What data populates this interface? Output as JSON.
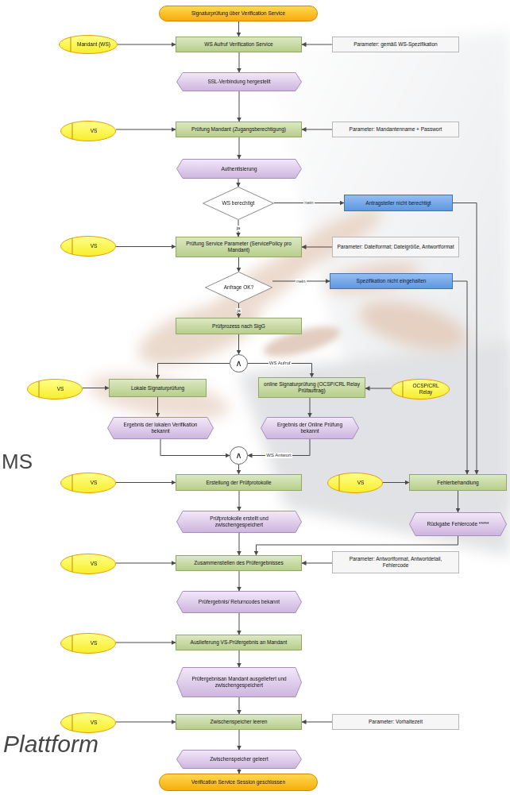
{
  "diagram": {
    "nodes": [
      {
        "text": [
          "Signaturprüfung über Verification Service"
        ]
      },
      {
        "text": [
          "Mandant (WS)"
        ]
      },
      {
        "text": [
          "WS Aufruf Verification Service"
        ]
      },
      {
        "text": [
          "Parameter: gemäß WS-Spezifikation"
        ]
      },
      {
        "text": [
          "SSL-Verbindung hergestellt"
        ]
      },
      {
        "text": [
          "VS"
        ]
      },
      {
        "text": [
          "Prüfung Mandant (Zugangsberechtigung)"
        ]
      },
      {
        "text": [
          "Parameter: Mandantenname + Passwort"
        ]
      },
      {
        "text": [
          "Authentisierung"
        ]
      },
      {
        "text": [
          "WS berechtigt"
        ]
      },
      {
        "text": [
          "Antragsteller nicht berechtigt"
        ]
      },
      {
        "text": [
          "VS"
        ]
      },
      {
        "text": [
          "Prüfung Service Parameter (ServicePolicy pro Mandant)"
        ]
      },
      {
        "text": [
          "Parameter: Dateiformat; Dateigröße, Antwortformat"
        ]
      },
      {
        "text": [
          "Anfrage OK?"
        ]
      },
      {
        "text": [
          "Spezifikation nicht eingehalten"
        ]
      },
      {
        "text": [
          "Prüfprozess nach SigG"
        ]
      },
      {
        "text": [
          "∧"
        ]
      },
      {
        "text": [
          "VS"
        ]
      },
      {
        "text": [
          "Lokale Signaturprüfung"
        ]
      },
      {
        "text": [
          "online Signaturprüfung (OCSP/CRL Relay Prüfauftrag)"
        ]
      },
      {
        "text": [
          "OCSP/CRL Relay"
        ]
      },
      {
        "text": [
          "Ergebnis der lokalen Verifikation bekannt"
        ]
      },
      {
        "text": [
          "Ergebnis der Online Prüfung bekannt"
        ]
      },
      {
        "text": [
          "∧"
        ]
      },
      {
        "text": [
          "VS"
        ]
      },
      {
        "text": [
          "Erstellung der Prüfprotokolle"
        ]
      },
      {
        "text": [
          "VS"
        ]
      },
      {
        "text": [
          "Fehlerbehandlung"
        ]
      },
      {
        "text": [
          "Prüfprotokolle erstellt und zwischengespeichert"
        ]
      },
      {
        "text": [
          "Rückgabe Fehlercode *****"
        ]
      },
      {
        "text": [
          "VS"
        ]
      },
      {
        "text": [
          "Zusammenstellen des Prüfergebnisses"
        ]
      },
      {
        "text": [
          "Parameter: Antwortformat, Antwortdetail, Fehlercode"
        ]
      },
      {
        "text": [
          "Prüfergebnis/ Returncodes bekannt"
        ]
      },
      {
        "text": [
          "VS"
        ]
      },
      {
        "text": [
          "Auslieferung VS-Prüfergebnis an Mandant"
        ]
      },
      {
        "text": [
          "Prüfergebnisan Mandant ausgeliefert und zwischengespeichert"
        ]
      },
      {
        "text": [
          "VS"
        ]
      },
      {
        "text": [
          "Zwischenspeicher leeren"
        ]
      },
      {
        "text": [
          "Parameter: Vorhaltezeit"
        ]
      },
      {
        "text": [
          "Zwischenspeicher geleert"
        ]
      },
      {
        "text": [
          "Verification Service Session geschlossen"
        ]
      }
    ],
    "edges": [
      {
        "from": 0,
        "to": 2,
        "arrow": "to"
      },
      {
        "from": 1,
        "to": 2,
        "arrow": "to"
      },
      {
        "from": 3,
        "to": 2,
        "arrow": "to"
      },
      {
        "from": 2,
        "to": 4,
        "arrow": "to"
      },
      {
        "from": 4,
        "to": 6,
        "arrow": "to"
      },
      {
        "from": 5,
        "to": 6,
        "arrow": "to"
      },
      {
        "from": 7,
        "to": 6,
        "arrow": "to"
      },
      {
        "from": 6,
        "to": 8,
        "arrow": "to"
      },
      {
        "from": 8,
        "to": 9,
        "arrow": "to"
      },
      {
        "from": 9,
        "to": 10,
        "label": "nein",
        "arrow": "to"
      },
      {
        "from": 9,
        "to": 12,
        "label": "ja",
        "arrow": "to"
      },
      {
        "from": 11,
        "to": 12,
        "arrow": "to"
      },
      {
        "from": 13,
        "to": 12,
        "arrow": "to"
      },
      {
        "from": 12,
        "to": 14,
        "arrow": "to"
      },
      {
        "from": 14,
        "to": 15,
        "label": "nein",
        "arrow": "to"
      },
      {
        "from": 14,
        "to": 16,
        "label": "ja",
        "arrow": "to"
      },
      {
        "from": 16,
        "to": 17,
        "arrow": "to"
      },
      {
        "from": 17,
        "to": 19,
        "arrow": "to"
      },
      {
        "from": 17,
        "to": 20,
        "label": "WS Aufruf",
        "arrow": "to"
      },
      {
        "from": 18,
        "to": 19,
        "arrow": "to"
      },
      {
        "from": 21,
        "to": 20,
        "arrow": "to"
      },
      {
        "from": 19,
        "to": 22,
        "arrow": "to"
      },
      {
        "from": 20,
        "to": 23,
        "arrow": "to"
      },
      {
        "from": 22,
        "to": 24,
        "arrow": "to"
      },
      {
        "from": 23,
        "to": 24,
        "label": "WS Antwort",
        "arrow": "to"
      },
      {
        "from": 24,
        "to": 26,
        "arrow": "to"
      },
      {
        "from": 25,
        "to": 26,
        "arrow": "to"
      },
      {
        "from": 10,
        "to": 28,
        "arrow": "to"
      },
      {
        "from": 15,
        "to": 28,
        "arrow": "to"
      },
      {
        "from": 27,
        "to": 28,
        "arrow": "to"
      },
      {
        "from": 26,
        "to": 29,
        "arrow": "to"
      },
      {
        "from": 28,
        "to": 30,
        "arrow": "to"
      },
      {
        "from": 29,
        "to": 32,
        "arrow": "to"
      },
      {
        "from": 30,
        "to": 32,
        "arrow": "to"
      },
      {
        "from": 31,
        "to": 32,
        "arrow": "to"
      },
      {
        "from": 33,
        "to": 32,
        "arrow": "to"
      },
      {
        "from": 32,
        "to": 34,
        "arrow": "to"
      },
      {
        "from": 34,
        "to": 36,
        "arrow": "to"
      },
      {
        "from": 35,
        "to": 36,
        "arrow": "to"
      },
      {
        "from": 36,
        "to": 37,
        "arrow": "to"
      },
      {
        "from": 37,
        "to": 39,
        "arrow": "to"
      },
      {
        "from": 38,
        "to": 39,
        "arrow": "to"
      },
      {
        "from": 40,
        "to": 39,
        "arrow": "to"
      },
      {
        "from": 39,
        "to": 41,
        "arrow": "to"
      },
      {
        "from": 41,
        "to": 42,
        "arrow": "to"
      }
    ],
    "labels": [
      "MS",
      "Plattform"
    ]
  }
}
